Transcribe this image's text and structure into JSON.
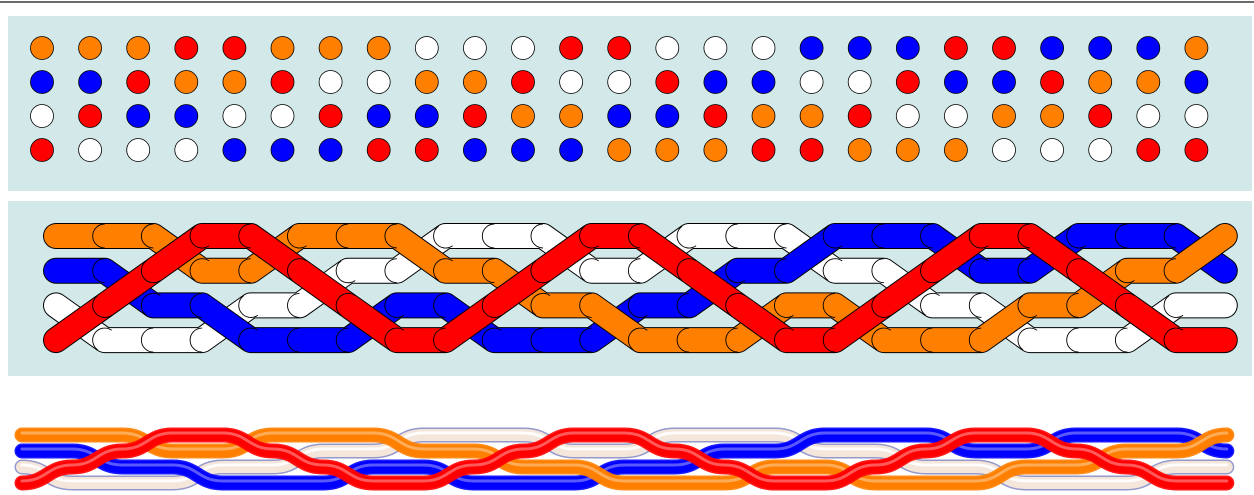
{
  "diagram": {
    "colors": {
      "orange": "#ff8000",
      "red": "#ff0000",
      "blue": "#0000ff",
      "white": "#ffffff",
      "outline": "#000000",
      "panel_background": "#d3e9e9",
      "top_rule": "#6b6b6b"
    },
    "columns": 25,
    "strands": 4,
    "color_sequence_by_column": [
      [
        "orange",
        "blue",
        "white",
        "red"
      ],
      [
        "orange",
        "blue",
        "red",
        "white"
      ],
      [
        "orange",
        "red",
        "blue",
        "white"
      ],
      [
        "red",
        "orange",
        "blue",
        "white"
      ],
      [
        "red",
        "orange",
        "white",
        "blue"
      ],
      [
        "orange",
        "red",
        "white",
        "blue"
      ],
      [
        "orange",
        "white",
        "red",
        "blue"
      ],
      [
        "orange",
        "white",
        "blue",
        "red"
      ],
      [
        "white",
        "orange",
        "blue",
        "red"
      ],
      [
        "white",
        "orange",
        "red",
        "blue"
      ],
      [
        "white",
        "red",
        "orange",
        "blue"
      ],
      [
        "red",
        "white",
        "orange",
        "blue"
      ],
      [
        "red",
        "white",
        "blue",
        "orange"
      ],
      [
        "white",
        "red",
        "blue",
        "orange"
      ],
      [
        "white",
        "blue",
        "red",
        "orange"
      ],
      [
        "white",
        "blue",
        "orange",
        "red"
      ],
      [
        "blue",
        "white",
        "orange",
        "red"
      ],
      [
        "blue",
        "white",
        "red",
        "orange"
      ],
      [
        "blue",
        "red",
        "white",
        "orange"
      ],
      [
        "red",
        "blue",
        "white",
        "orange"
      ],
      [
        "red",
        "blue",
        "orange",
        "white"
      ],
      [
        "blue",
        "red",
        "orange",
        "white"
      ],
      [
        "blue",
        "orange",
        "red",
        "white"
      ],
      [
        "blue",
        "orange",
        "white",
        "red"
      ],
      [
        "orange",
        "blue",
        "white",
        "red"
      ]
    ]
  }
}
